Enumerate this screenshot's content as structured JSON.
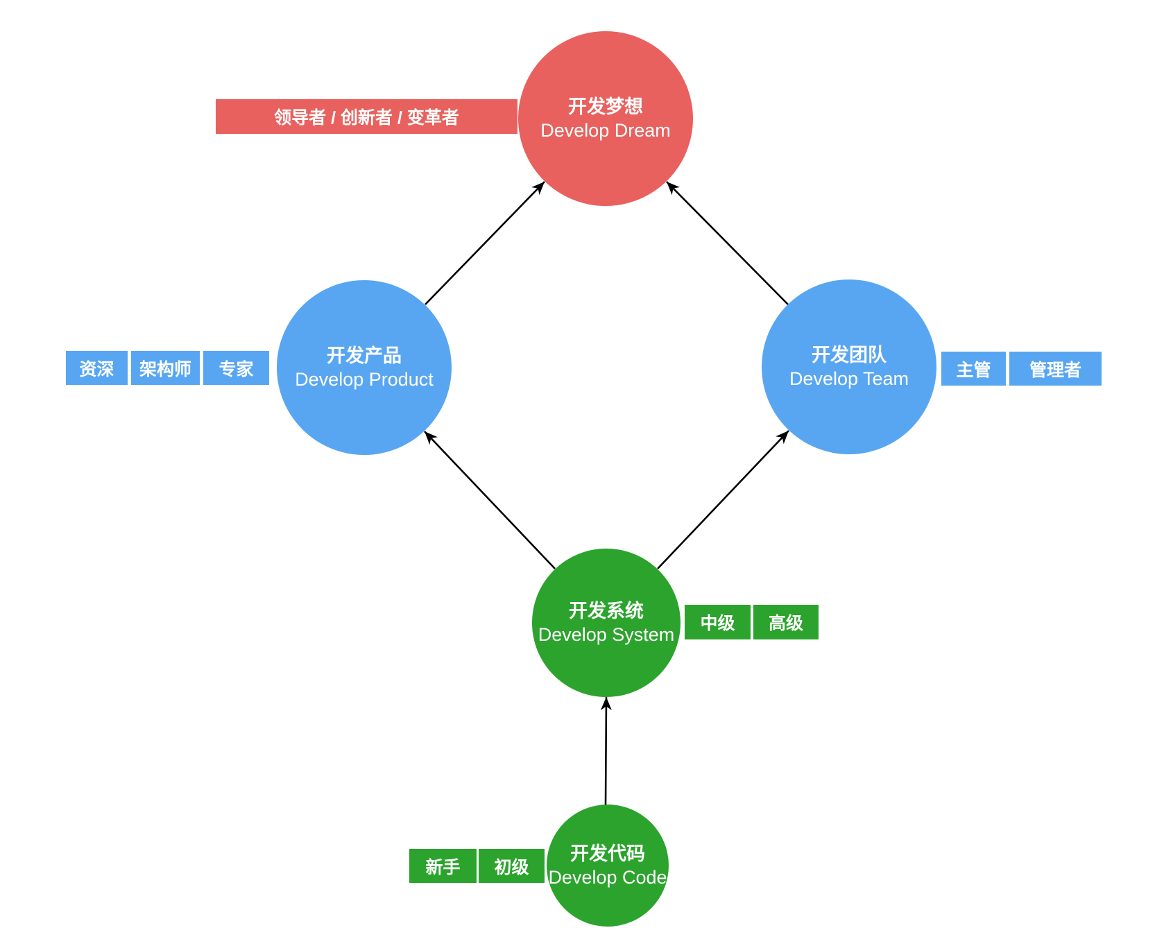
{
  "diagram": {
    "background": "#ffffff",
    "colors": {
      "red": "#E8615E",
      "blue": "#58A6F2",
      "green": "#2BA32D",
      "arrow": "#000000",
      "text_on_shapes": "#ffffff"
    },
    "nodes": [
      {
        "id": "develop-dream",
        "title_zh": "开发梦想",
        "title_en": "Develop Dream",
        "color": "red"
      },
      {
        "id": "develop-product",
        "title_zh": "开发产品",
        "title_en": "Develop Product",
        "color": "blue"
      },
      {
        "id": "develop-team",
        "title_zh": "开发团队",
        "title_en": "Develop Team",
        "color": "blue"
      },
      {
        "id": "develop-system",
        "title_zh": "开发系统",
        "title_en": "Develop System",
        "color": "green"
      },
      {
        "id": "develop-code",
        "title_zh": "开发代码",
        "title_en": "Develop Code",
        "color": "green"
      }
    ],
    "role_labels": [
      {
        "id": "dream-roles",
        "text": "领导者 / 创新者 / 变革者",
        "color": "red",
        "attached_to": "develop-dream"
      },
      {
        "id": "product-role-1",
        "text": "资深",
        "color": "blue",
        "attached_to": "develop-product"
      },
      {
        "id": "product-role-2",
        "text": "架构师",
        "color": "blue",
        "attached_to": "develop-product"
      },
      {
        "id": "product-role-3",
        "text": "专家",
        "color": "blue",
        "attached_to": "develop-product"
      },
      {
        "id": "team-role-1",
        "text": "主管",
        "color": "blue",
        "attached_to": "develop-team"
      },
      {
        "id": "team-role-2",
        "text": "管理者",
        "color": "blue",
        "attached_to": "develop-team"
      },
      {
        "id": "system-role-1",
        "text": "中级",
        "color": "green",
        "attached_to": "develop-system"
      },
      {
        "id": "system-role-2",
        "text": "高级",
        "color": "green",
        "attached_to": "develop-system"
      },
      {
        "id": "code-role-1",
        "text": "新手",
        "color": "green",
        "attached_to": "develop-code"
      },
      {
        "id": "code-role-2",
        "text": "初级",
        "color": "green",
        "attached_to": "develop-code"
      }
    ],
    "edges": [
      {
        "from": "develop-product",
        "to": "develop-dream"
      },
      {
        "from": "develop-team",
        "to": "develop-dream"
      },
      {
        "from": "develop-system",
        "to": "develop-product"
      },
      {
        "from": "develop-system",
        "to": "develop-team"
      },
      {
        "from": "develop-code",
        "to": "develop-system"
      }
    ]
  }
}
